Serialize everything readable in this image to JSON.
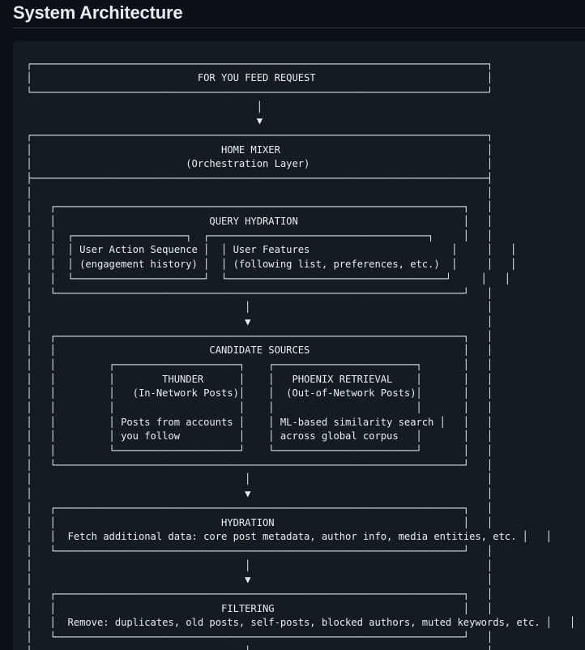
{
  "heading": {
    "title": "System Architecture"
  },
  "diagram": {
    "lines": [
      "┌─────────────────────────────────────────────────────────────────────────────┐",
      "│                            FOR YOU FEED REQUEST                             │",
      "└─────────────────────────────────────────────────────────────────────────────┘",
      "                                       │",
      "                                       ▼",
      "┌─────────────────────────────────────────────────────────────────────────────┐",
      "│                                HOME MIXER                                   │",
      "│                          (Orchestration Layer)                              │",
      "├─────────────────────────────────────────────────────────────────────────────┤",
      "│                                                                             │",
      "│   ┌─────────────────────────────────────────────────────────────────────┐   │",
      "│   │                          QUERY HYDRATION                            │   │",
      "│   │  ┌───────────────────┐  ┌─────────────────────────────────────┐     │   │",
      "│   │  │ User Action Sequence │  │ User Features                        │     │   │",
      "│   │  │ (engagement history) │  │ (following list, preferences, etc.)  │     │   │",
      "│   │  └──────────────────────┘  └─────────────────────────────────────┘     │   │",
      "│   └─────────────────────────────────────────────────────────────────────┘   │",
      "│                                    │                                        │",
      "│                                    ▼                                        │",
      "│   ┌─────────────────────────────────────────────────────────────────────┐   │",
      "│   │                          CANDIDATE SOURCES                          │   │",
      "│   │         ┌─────────────────────┐    ┌────────────────────────┐       │   │",
      "│   │         │        THUNDER      │    │   PHOENIX RETRIEVAL    │       │   │",
      "│   │         │   (In-Network Posts)│    │  (Out-of-Network Posts)│       │   │",
      "│   │         │                     │    │                        │       │   │",
      "│   │         │ Posts from accounts │    │ ML-based similarity search │   │   │",
      "│   │         │ you follow          │    │ across global corpus   │       │   │",
      "│   │         └─────────────────────┘    └────────────────────────┘       │   │",
      "│   └─────────────────────────────────────────────────────────────────────┘   │",
      "│                                    │                                        │",
      "│                                    ▼                                        │",
      "│   ┌─────────────────────────────────────────────────────────────────────┐   │",
      "│   │                            HYDRATION                                │   │",
      "│   │  Fetch additional data: core post metadata, author info, media entities, etc. │   │",
      "│   └─────────────────────────────────────────────────────────────────────┘   │",
      "│                                    │                                        │",
      "│                                    ▼                                        │",
      "│   ┌─────────────────────────────────────────────────────────────────────┐   │",
      "│   │                            FILTERING                                │   │",
      "│   │  Remove: duplicates, old posts, self-posts, blocked authors, muted keywords, etc. │   │",
      "│   └─────────────────────────────────────────────────────────────────────┘   │",
      "│                                    │                                        │"
    ]
  }
}
